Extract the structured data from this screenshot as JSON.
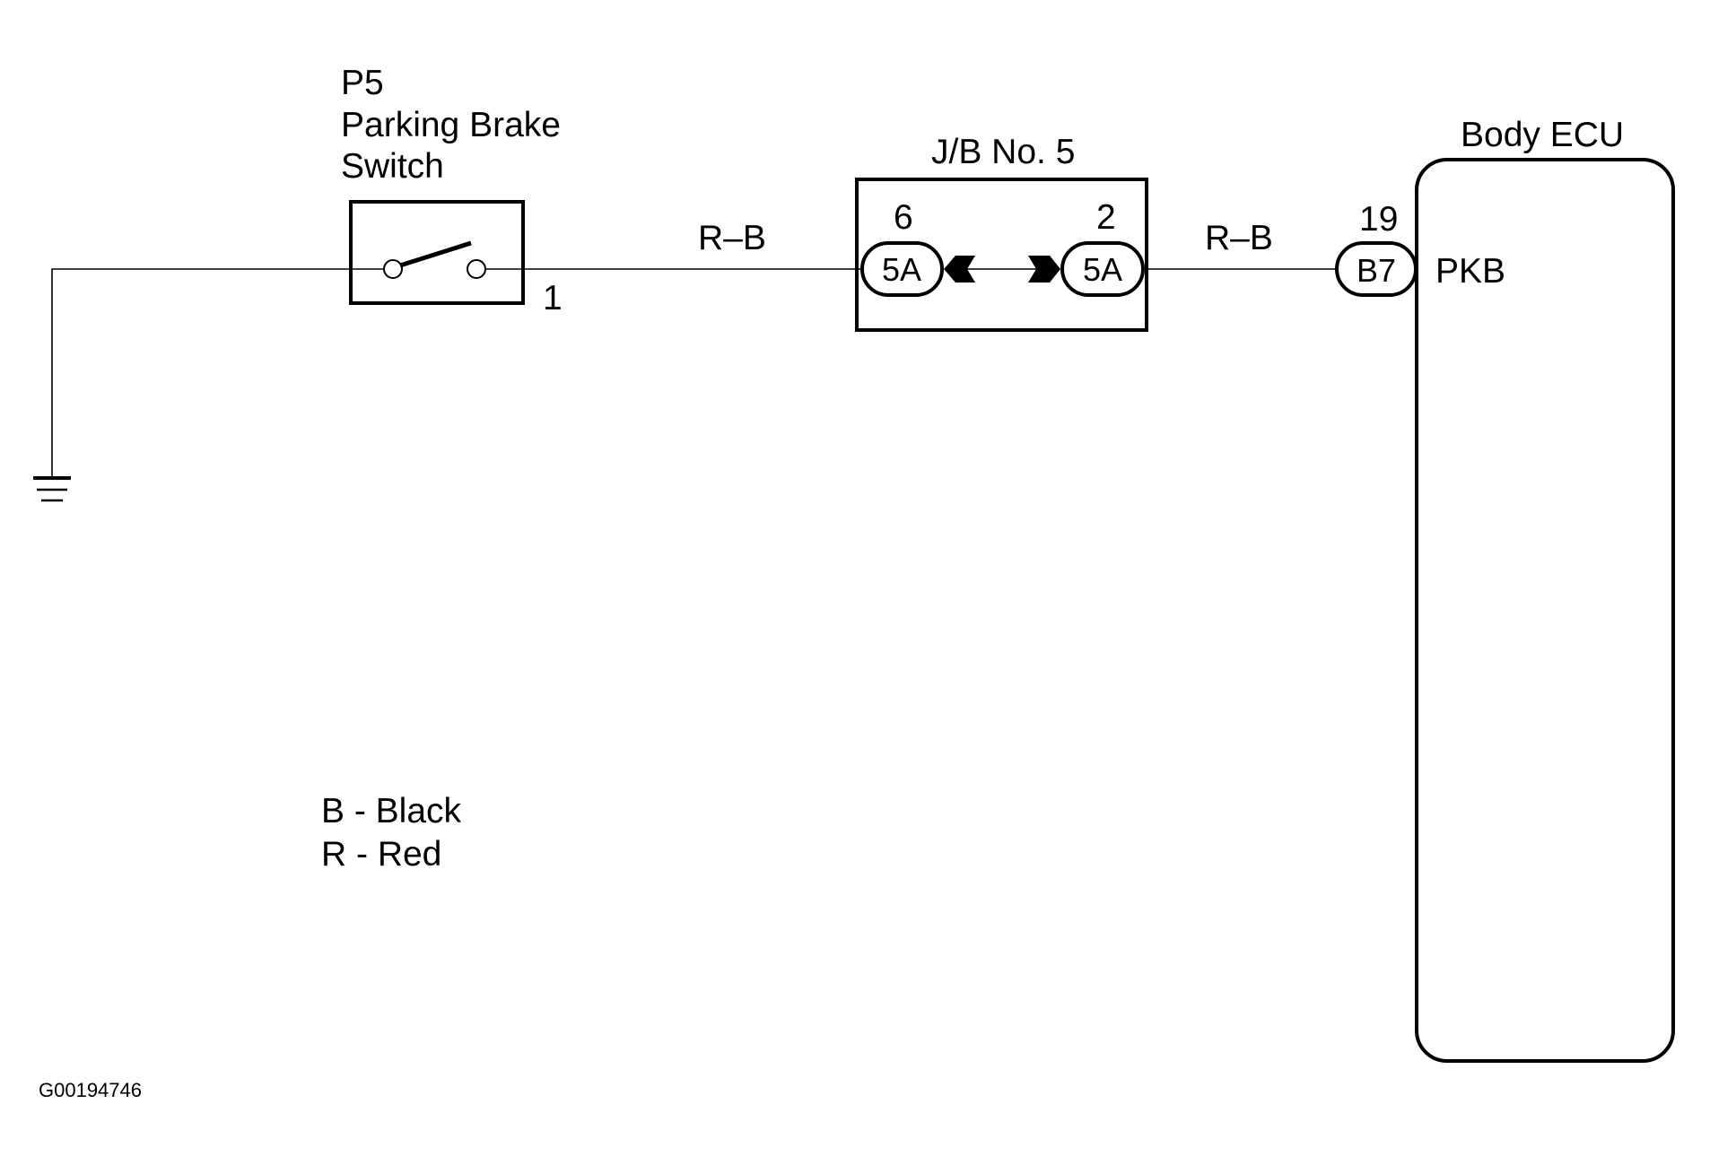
{
  "diagram": {
    "switch": {
      "code": "P5",
      "name_line1": "Parking Brake",
      "name_line2": "Switch",
      "pin": "1"
    },
    "wire_left": {
      "color_code": "R–B"
    },
    "junction_block": {
      "title": "J/B No. 5",
      "left_pin": "6",
      "left_connector": "5A",
      "right_pin": "2",
      "right_connector": "5A"
    },
    "wire_right": {
      "color_code": "R–B"
    },
    "ecu": {
      "title": "Body ECU",
      "pin": "19",
      "connector": "B7",
      "terminal": "PKB"
    },
    "legend": [
      {
        "text": "B - Black"
      },
      {
        "text": "R - Red"
      }
    ],
    "figure_id": "G00194746"
  }
}
